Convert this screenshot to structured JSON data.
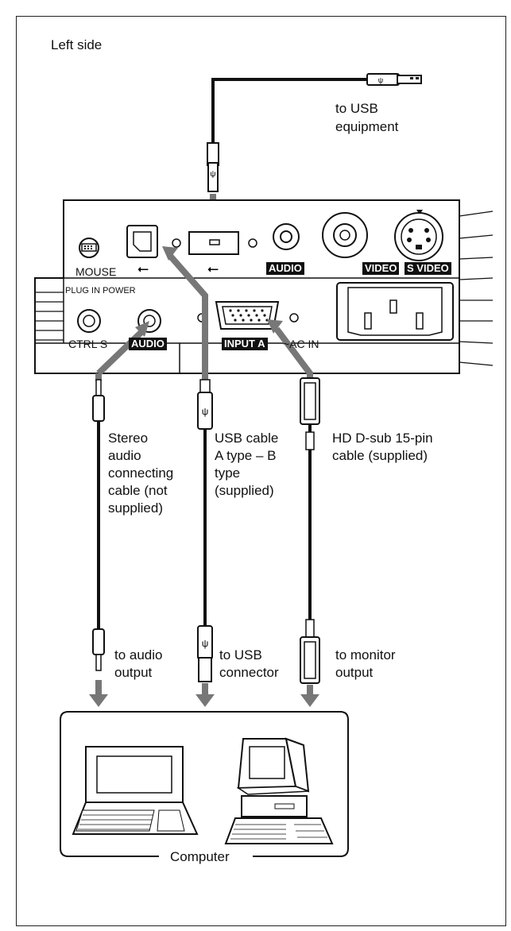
{
  "section_label": "Left side",
  "usb_equipment_label": [
    "to USB",
    "equipment"
  ],
  "panel": {
    "mouse_label": "MOUSE",
    "audio_in_label": "AUDIO",
    "video_label": "VIDEO",
    "svideo_label": "S VIDEO",
    "plug_in_power_label": "PLUG IN POWER",
    "ctrl_s_label": "CTRL S",
    "audio_out_label": "AUDIO",
    "input_a_label": "INPUT A",
    "ac_in_label": "~AC IN"
  },
  "cables": {
    "stereo": [
      "Stereo",
      "audio",
      "connecting",
      "cable (not",
      "supplied)"
    ],
    "usb": [
      "USB cable",
      "A type – B",
      "type",
      "(supplied)"
    ],
    "hd": [
      "HD D-sub 15-pin",
      "cable (supplied)"
    ]
  },
  "outputs": {
    "audio": [
      "to audio",
      "output"
    ],
    "usb": [
      "to USB",
      "connector"
    ],
    "monitor": [
      "to monitor",
      "output"
    ]
  },
  "computer_label": "Computer"
}
